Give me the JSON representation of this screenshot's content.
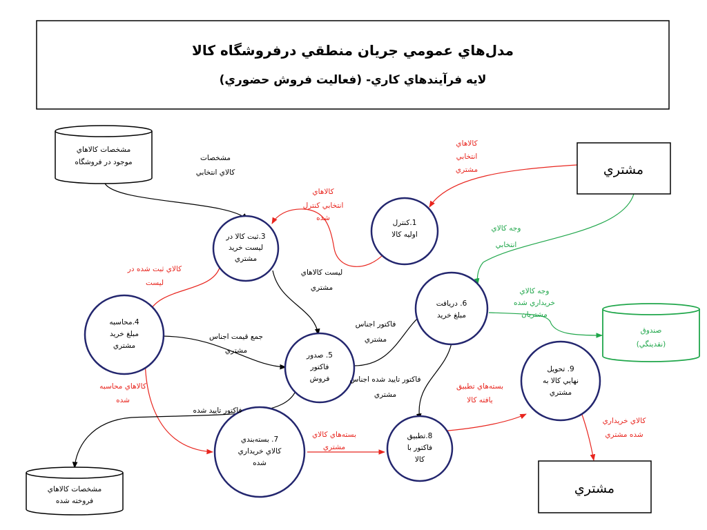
{
  "colors": {
    "black": "#000000",
    "red": "#e8251e",
    "green": "#1fa64a",
    "node_border": "#23266e"
  },
  "header": {
    "title": "مدل‌هاي عمومي جريان منطقي درفروشگاه کالا",
    "subtitle": "لايه فرآيندهاي کاري- (فعاليت فروش حضوري)"
  },
  "entities": {
    "customer_top": "مشتري",
    "customer_bottom": "مشتري"
  },
  "stores": {
    "products": [
      "مشخصات کالاهاي",
      "موجود در فروشگاه"
    ],
    "cash": [
      "صندوق",
      "(نقدينگي)"
    ],
    "sold": [
      "مشخصات کالاهاي",
      "فروخته شده"
    ]
  },
  "processes": {
    "p1": [
      "1.کنترل",
      "اوليه کالا"
    ],
    "p3": [
      "3.ثبت کالا در",
      "ليست خريد",
      "مشتري"
    ],
    "p4": [
      "4.محاسبه",
      "مبلغ خريد",
      "مشتري"
    ],
    "p5": [
      "5. صدور",
      "فاکتور",
      "فروش"
    ],
    "p6": [
      "6. دريافت",
      "مبلغ خريد"
    ],
    "p7": [
      "7. بسته‌بندي",
      "کالاي خريداري",
      "شده"
    ],
    "p8": [
      "8.تطبيق",
      "فاکتور با",
      "کالا"
    ],
    "p9": [
      "9. تحويل",
      "نهايي کالا به",
      "مشتري"
    ]
  },
  "flows": {
    "f_selected_spec": [
      "مشخصات",
      "کالاي انتخابي"
    ],
    "f_selected_goods": [
      "کالاهاي",
      "انتخابي",
      "مشتري"
    ],
    "f_checked": [
      "کالاهاي",
      "انتخابي کنترل",
      "شده"
    ],
    "f_registered": [
      "کالاي ثبت شده در",
      "ليست"
    ],
    "f_list": [
      "ليست کالاهاي",
      "مشتري"
    ],
    "f_price_sum": [
      "جمع قيمت اجناس",
      "مشتري"
    ],
    "f_invoice": [
      "فاکتور  اجناس",
      "مشتري"
    ],
    "f_payment": [
      "وجه کالاي",
      "انتخابي"
    ],
    "f_paid": [
      "وجه کالاي",
      "خريداري شده",
      "مشتريان"
    ],
    "f_calculated": [
      "کالاهاي محاسبه",
      "شده"
    ],
    "f_approved": [
      "فاکتور تاييد شده"
    ],
    "f_approved_goods": [
      "فاکتور  تاييد شده اجناس",
      "مشتري"
    ],
    "f_packages": [
      "بسته‌هاي کالاي",
      "مشتري"
    ],
    "f_matched": [
      "بسته‌هاي تطبيق",
      "يافته کالا"
    ],
    "f_purchased": [
      "کالاي خريداري",
      "شده مشتري"
    ]
  }
}
